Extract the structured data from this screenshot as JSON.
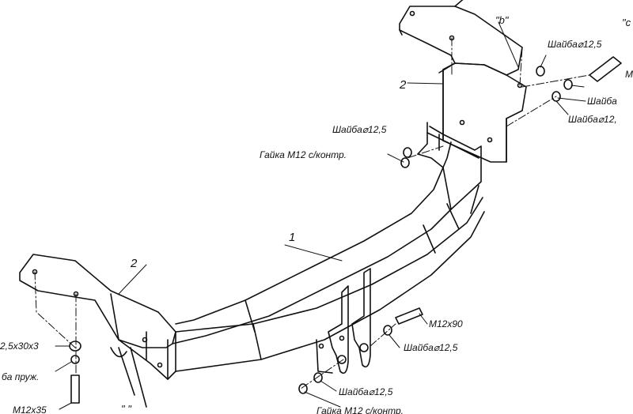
{
  "diagram": {
    "part_numbers": {
      "beam": "1",
      "bracket_top": "2",
      "bracket_left": "2"
    },
    "view_marks": {
      "b": "\"b\"",
      "c": "\"c",
      "a": "\"   \""
    },
    "labels": {
      "washer_top_right": "Шайба⌀12,5",
      "m_top_right": "M",
      "washer_right": "Шайба",
      "washer_right2": "Шайба⌀12,",
      "washer_center": "Шайба⌀12,5",
      "nut_center": "Гайка M12 с/контр.",
      "bolt_m12x90": "M12x90",
      "washer_lower_right": "Шайба⌀12,5",
      "washer_bottom": "Шайба⌀12,5",
      "nut_bottom": "Гайка M12 с/контр.",
      "washer_left_big": "2,5x30x3",
      "washer_left_spring": "ба пруж.",
      "bolt_left": "M12x35"
    }
  }
}
